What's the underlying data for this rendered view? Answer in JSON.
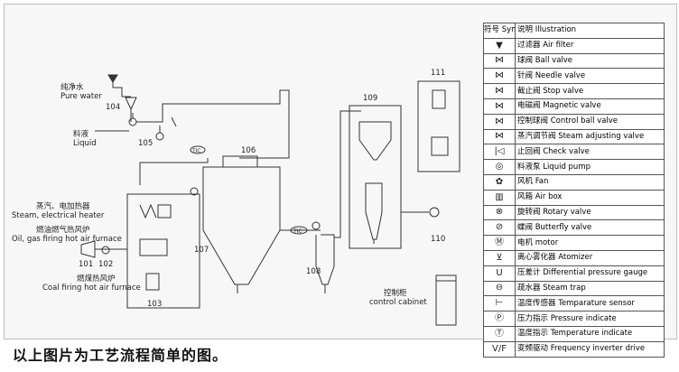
{
  "diagram": {
    "labels": {
      "pure_water_cn": "纯净水",
      "pure_water_en": "Pure water",
      "liquid_cn": "料液",
      "liquid_en": "Liquid",
      "steam_heater_cn": "蒸汽、电加热器",
      "steam_heater_en": "Steam, electrical heater",
      "oil_gas_cn": "燃油燃气热风炉",
      "oil_gas_en": "Oil, gas firing hot air furnace",
      "coal_cn": "燃煤热风炉",
      "coal_en": "Coal firing hot air furnace",
      "control_cabinet_cn": "控制柜",
      "control_cabinet_en": "control cabinet",
      "tic1": "TIC",
      "tic2": "TIC"
    },
    "numbers": {
      "n101": "101",
      "n102": "102",
      "n103": "103",
      "n104": "104",
      "n105": "105",
      "n106": "106",
      "n107": "107",
      "n108": "108",
      "n109": "109",
      "n110": "110",
      "n111": "111"
    }
  },
  "legend": {
    "header_symbol": "符号 Symbol",
    "header_desc": "说明 Illustration",
    "items": [
      {
        "icon": "air-filter-icon",
        "glyph": "▼",
        "text": "过滤器 Air filter"
      },
      {
        "icon": "ball-valve-icon",
        "glyph": "⋈",
        "text": "球阀 Ball valve"
      },
      {
        "icon": "needle-valve-icon",
        "glyph": "⋈",
        "text": "针阀 Needle valve"
      },
      {
        "icon": "stop-valve-icon",
        "glyph": "⋈",
        "text": "截止阀 Stop valve"
      },
      {
        "icon": "magnetic-valve-icon",
        "glyph": "⋈",
        "text": "电磁阀 Magnetic valve"
      },
      {
        "icon": "control-ball-valve-icon",
        "glyph": "⋈",
        "text": "控制球阀 Control ball valve"
      },
      {
        "icon": "steam-adjusting-valve-icon",
        "glyph": "⋈",
        "text": "蒸汽调节阀 Steam adjusting valve"
      },
      {
        "icon": "check-valve-icon",
        "glyph": "|◁",
        "text": "止回阀 Check valve"
      },
      {
        "icon": "liquid-pump-icon",
        "glyph": "◎",
        "text": "料液泵 Liquid pump"
      },
      {
        "icon": "fan-icon",
        "glyph": "✿",
        "text": "风机 Fan"
      },
      {
        "icon": "air-box-icon",
        "glyph": "▥",
        "text": "风箱 Air box"
      },
      {
        "icon": "rotary-valve-icon",
        "glyph": "⊗",
        "text": "旋转阀 Rotary valve"
      },
      {
        "icon": "butterfly-valve-icon",
        "glyph": "⊘",
        "text": "蝶阀 Butterfly valve"
      },
      {
        "icon": "motor-icon",
        "glyph": "Ⓜ",
        "text": "电机 motor"
      },
      {
        "icon": "atomizer-icon",
        "glyph": "⊻",
        "text": "离心雾化器 Atomizer"
      },
      {
        "icon": "pressure-gauge-icon",
        "glyph": "U",
        "text": "压差计 Differential pressure gauge"
      },
      {
        "icon": "steam-trap-icon",
        "glyph": "⊖",
        "text": "疏水器 Steam trap"
      },
      {
        "icon": "temperature-sensor-icon",
        "glyph": "⊢",
        "text": "温度传感器 Temparature sensor"
      },
      {
        "icon": "pressure-indicate-icon",
        "glyph": "Ⓟ",
        "text": "压力指示 Pressure indicate"
      },
      {
        "icon": "temperature-indicate-icon",
        "glyph": "Ⓣ",
        "text": "温度指示 Temperature indicate"
      },
      {
        "icon": "frequency-inverter-icon",
        "glyph": "V/F",
        "text": "变频驱动 Frequency inverter drive"
      }
    ]
  },
  "caption": "以上图片为工艺流程简单的图。"
}
